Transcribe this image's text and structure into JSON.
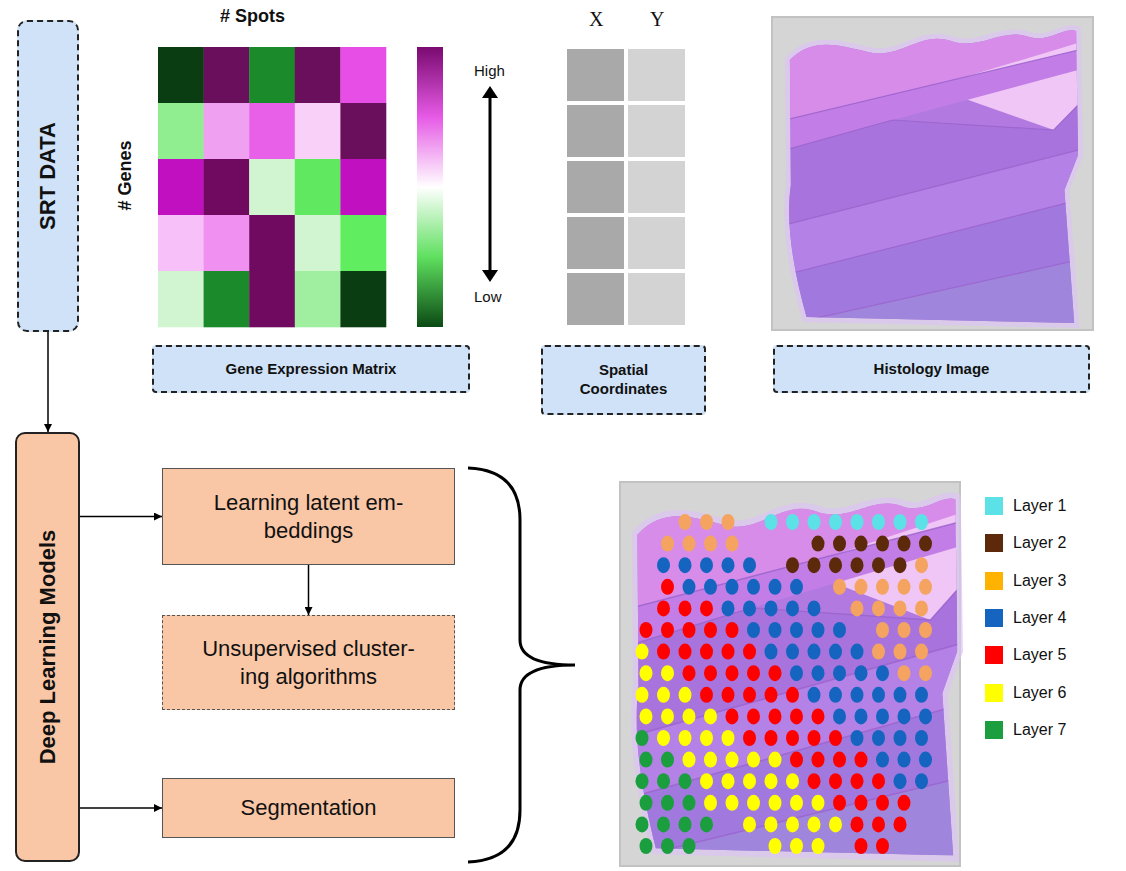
{
  "diagram": {
    "nodes": [
      {
        "text": [
          "SRT DATA"
        ]
      },
      {
        "text": [
          "Gene Expression Matrix"
        ]
      },
      {
        "text": [
          "Spatial Coordinates"
        ]
      },
      {
        "text": [
          "Histology Image"
        ]
      },
      {
        "text": [
          "Deep Learning Models"
        ]
      },
      {
        "text": [
          "Learning latent em- beddings"
        ]
      },
      {
        "text": [
          "Unsupervised cluster- ing algorithms"
        ]
      },
      {
        "text": [
          "Segmentation"
        ]
      }
    ],
    "edges": [
      {
        "from": 0,
        "to": 4,
        "arrow": "to"
      },
      {
        "from": 4,
        "to": 5,
        "arrow": "to"
      },
      {
        "from": 5,
        "to": 6,
        "arrow": "to"
      },
      {
        "from": 4,
        "to": 7,
        "arrow": "to"
      }
    ],
    "labels": [
      "# Spots",
      "# Genes",
      "High",
      "Low",
      "X",
      "Y"
    ],
    "legend": [
      {
        "text": "Layer 1",
        "color": "#5ce1e6"
      },
      {
        "text": "Layer 2",
        "color": "#5c2a0a"
      },
      {
        "text": "Layer 3",
        "color": "#ffb300"
      },
      {
        "text": "Layer 4",
        "color": "#1565c0"
      },
      {
        "text": "Layer 5",
        "color": "#ff0000"
      },
      {
        "text": "Layer 6",
        "color": "#ffff00"
      },
      {
        "text": "Layer 7",
        "color": "#1a9e3e"
      }
    ]
  }
}
